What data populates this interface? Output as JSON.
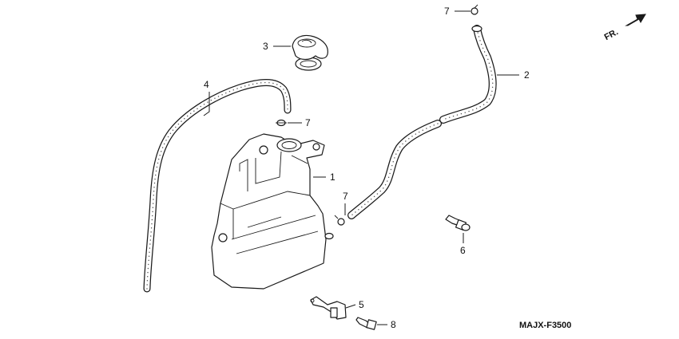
{
  "diagram": {
    "code": "MAJX-F3500",
    "direction_label": "FR.",
    "callouts": [
      {
        "id": "reserve-tank",
        "number": "1"
      },
      {
        "id": "overflow-hose",
        "number": "2"
      },
      {
        "id": "tank-cap",
        "number": "3"
      },
      {
        "id": "siphon-tube",
        "number": "4"
      },
      {
        "id": "tank-stay",
        "number": "5"
      },
      {
        "id": "tank-bolt",
        "number": "6"
      },
      {
        "id": "flange-bolt",
        "number": "8"
      },
      {
        "id": "clip-top",
        "number": "7"
      },
      {
        "id": "clip-middle",
        "number": "7"
      },
      {
        "id": "clip-lower",
        "number": "7"
      }
    ]
  }
}
